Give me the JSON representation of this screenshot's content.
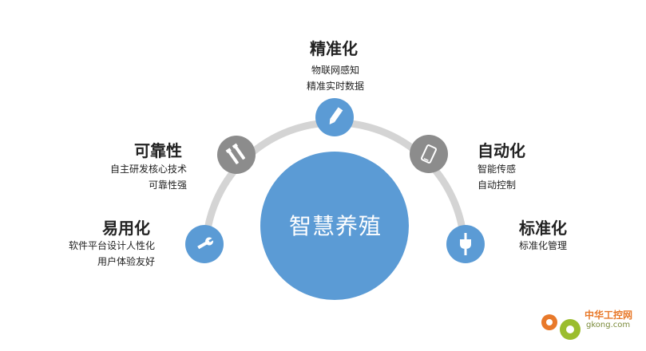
{
  "center": {
    "label": "智慧养殖"
  },
  "colors": {
    "blue": "#5b9bd5",
    "gray": "#8c8c8c",
    "arc": "#d4d4d4",
    "watermark_orange": "#e8792a",
    "watermark_green": "#9bbd2d"
  },
  "nodes": [
    {
      "id": "precision",
      "title": "精准化",
      "lines": [
        "物联网感知",
        "精准实时数据"
      ],
      "icon": "pen-icon",
      "color": "blue"
    },
    {
      "id": "reliability",
      "title": "可靠性",
      "lines": [
        "自主研发核心技术",
        "可靠性强"
      ],
      "icon": "tools-icon",
      "color": "gray"
    },
    {
      "id": "automation",
      "title": "自动化",
      "lines": [
        "智能传感",
        "自动控制"
      ],
      "icon": "phone-icon",
      "color": "gray"
    },
    {
      "id": "usability",
      "title": "易用化",
      "lines": [
        "软件平台设计人性化",
        "用户体验友好"
      ],
      "icon": "wrench-icon",
      "color": "blue"
    },
    {
      "id": "standard",
      "title": "标准化",
      "lines": [
        "标准化管理"
      ],
      "icon": "plug-icon",
      "color": "blue"
    }
  ],
  "watermark": {
    "name": "中华工控网",
    "domain": "gkong.com"
  }
}
